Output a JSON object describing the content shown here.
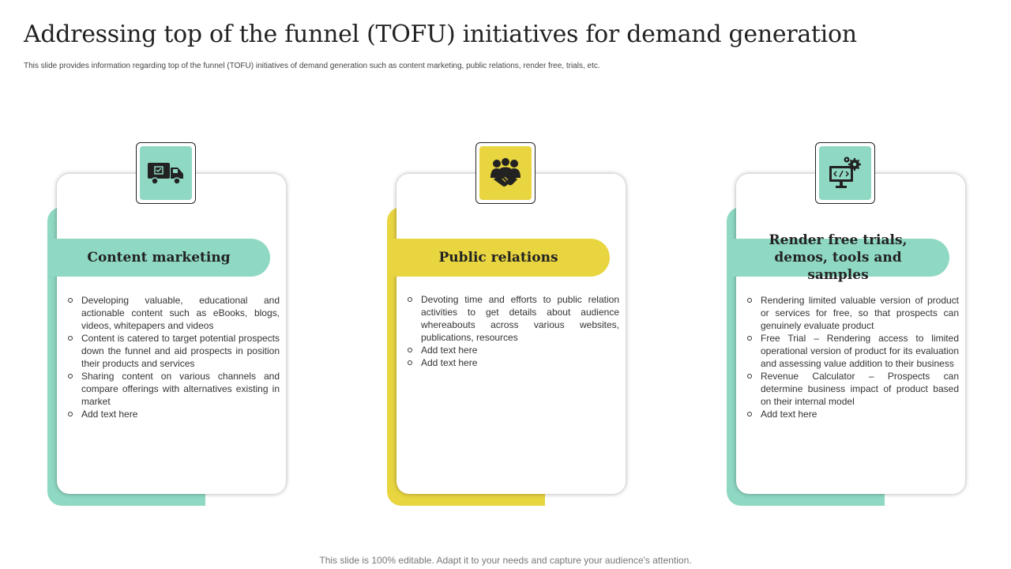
{
  "title": "Addressing top of the funnel (TOFU) initiatives for demand generation",
  "subtitle": "This slide provides information regarding top of the funnel (TOFU) initiatives of demand generation such as content marketing, public relations, render free, trials, etc.",
  "footer": "This slide is 100% editable. Adapt it to your needs and capture your audience's attention.",
  "colors": {
    "mint": "#8fd8c3",
    "yellow": "#e8d540",
    "icon_dark": "#222222"
  },
  "cards": [
    {
      "icon": "delivery-truck-icon",
      "heading": "Content marketing",
      "bullets": [
        "Developing valuable, educational and actionable content such as eBooks, blogs, videos, whitepapers and videos",
        "Content is catered to target potential prospects down the funnel and aid prospects in position their products and services",
        "Sharing content on various channels and compare offerings with alternatives existing in market",
        "Add text here"
      ]
    },
    {
      "icon": "handshake-group-icon",
      "heading": "Public relations",
      "bullets": [
        "Devoting time and efforts to public relation activities to get details about audience whereabouts across various websites, publications, resources",
        "Add text here",
        "Add text here"
      ]
    },
    {
      "icon": "monitor-gears-icon",
      "heading": "Render free trials, demos, tools and samples",
      "bullets": [
        "Rendering limited valuable version of product or services for free, so that prospects can genuinely evaluate product",
        "Free Trial – Rendering access to limited operational version of product for its evaluation and assessing value addition to their business",
        "Revenue Calculator – Prospects can determine business impact of product based on their internal model",
        "Add text here"
      ]
    }
  ]
}
